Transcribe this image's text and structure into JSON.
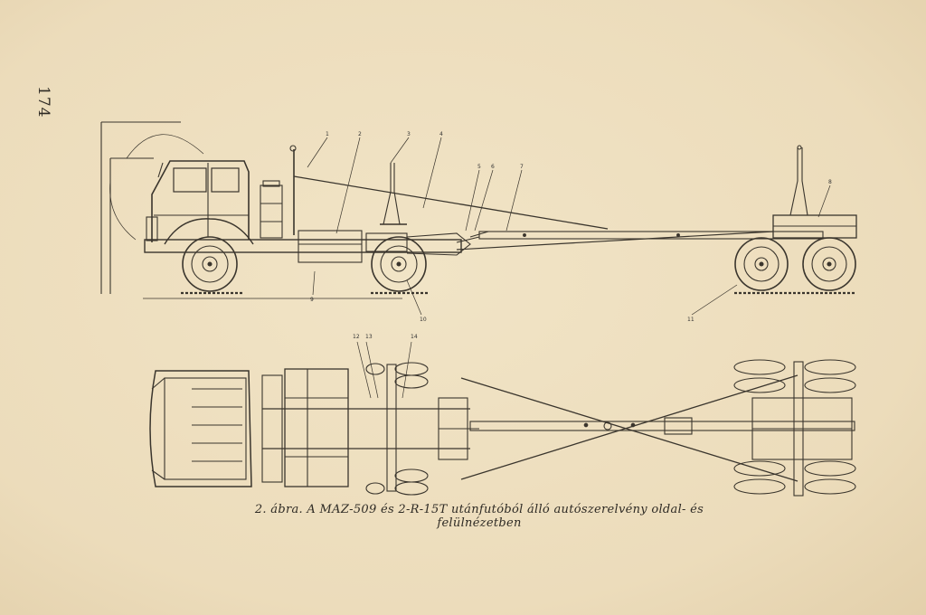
{
  "page": {
    "number": "174",
    "caption": "2. ábra. A MAZ-509 és 2-R-15T utánfutóból álló autószerelvény oldal- és felülnézetben"
  },
  "figure": {
    "side_view_callouts": [
      "1",
      "2",
      "3",
      "4",
      "5",
      "6",
      "7",
      "8",
      "9",
      "10",
      "11"
    ],
    "top_view_callouts": [
      "12",
      "13",
      "14"
    ]
  },
  "colors": {
    "ink": "#3a352d",
    "paper": "#efe2c3"
  }
}
